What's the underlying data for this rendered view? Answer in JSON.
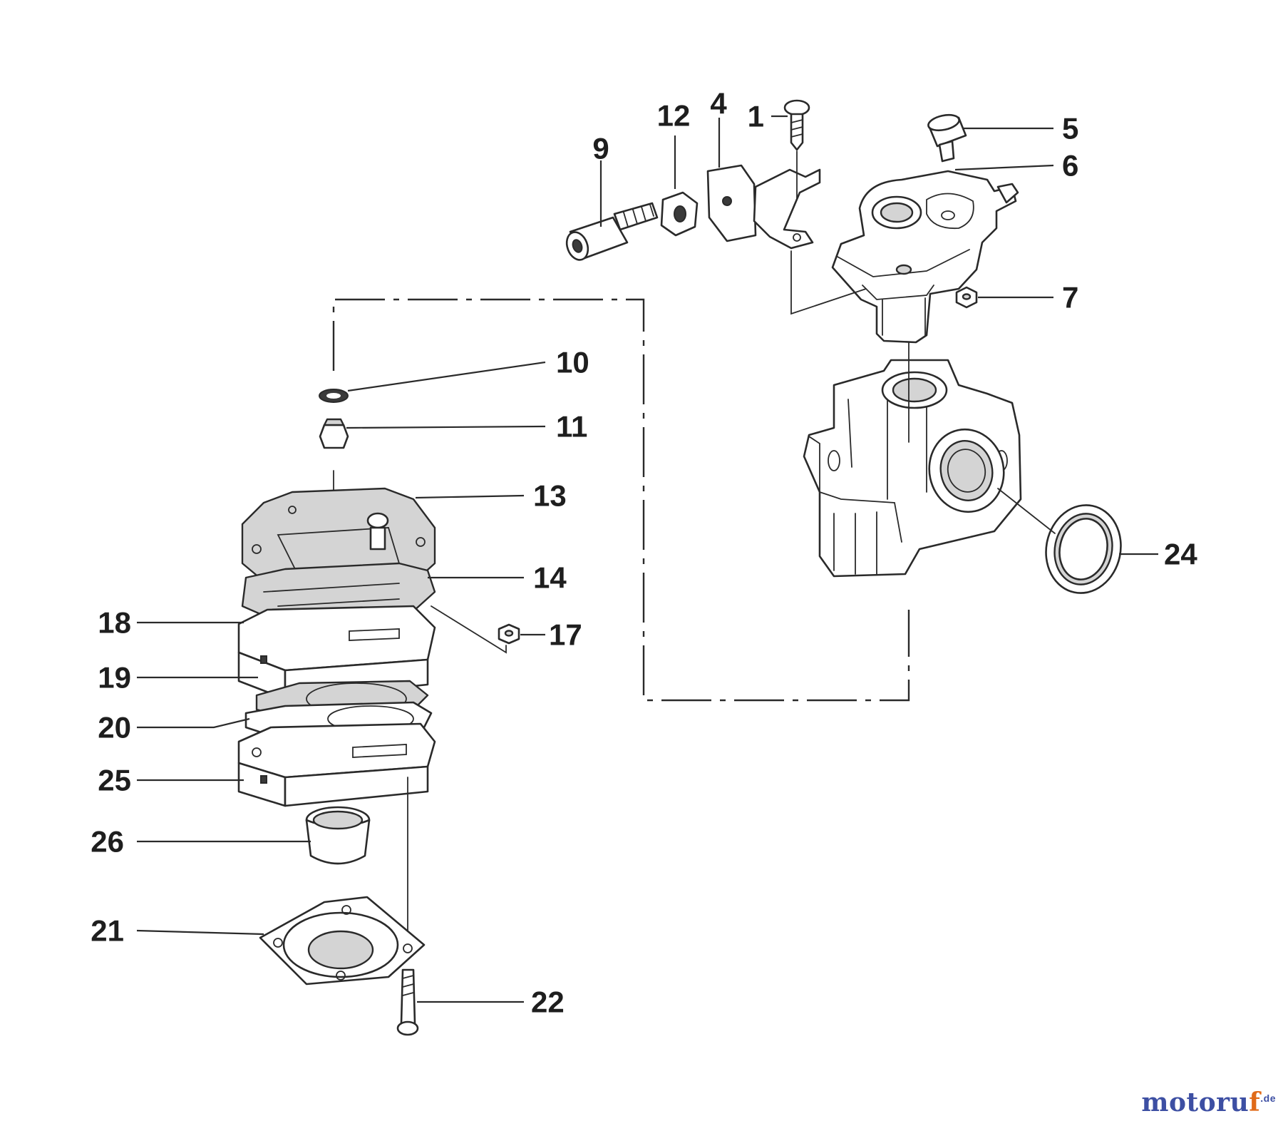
{
  "callouts": {
    "c1": "1",
    "c4": "4",
    "c5": "5",
    "c6": "6",
    "c7": "7",
    "c9": "9",
    "c10": "10",
    "c11": "11",
    "c12": "12",
    "c13": "13",
    "c14": "14",
    "c17": "17",
    "c18": "18",
    "c19": "19",
    "c20": "20",
    "c21": "21",
    "c22": "22",
    "c24": "24",
    "c25": "25",
    "c26": "26"
  },
  "watermark": {
    "brand_a": "motoru",
    "brand_b": "f",
    "brand_c": "",
    "tld": ".de"
  },
  "colors": {
    "line": "#2a2a2a",
    "brand_blue": "#3d4fa3",
    "brand_orange": "#e06a18"
  }
}
